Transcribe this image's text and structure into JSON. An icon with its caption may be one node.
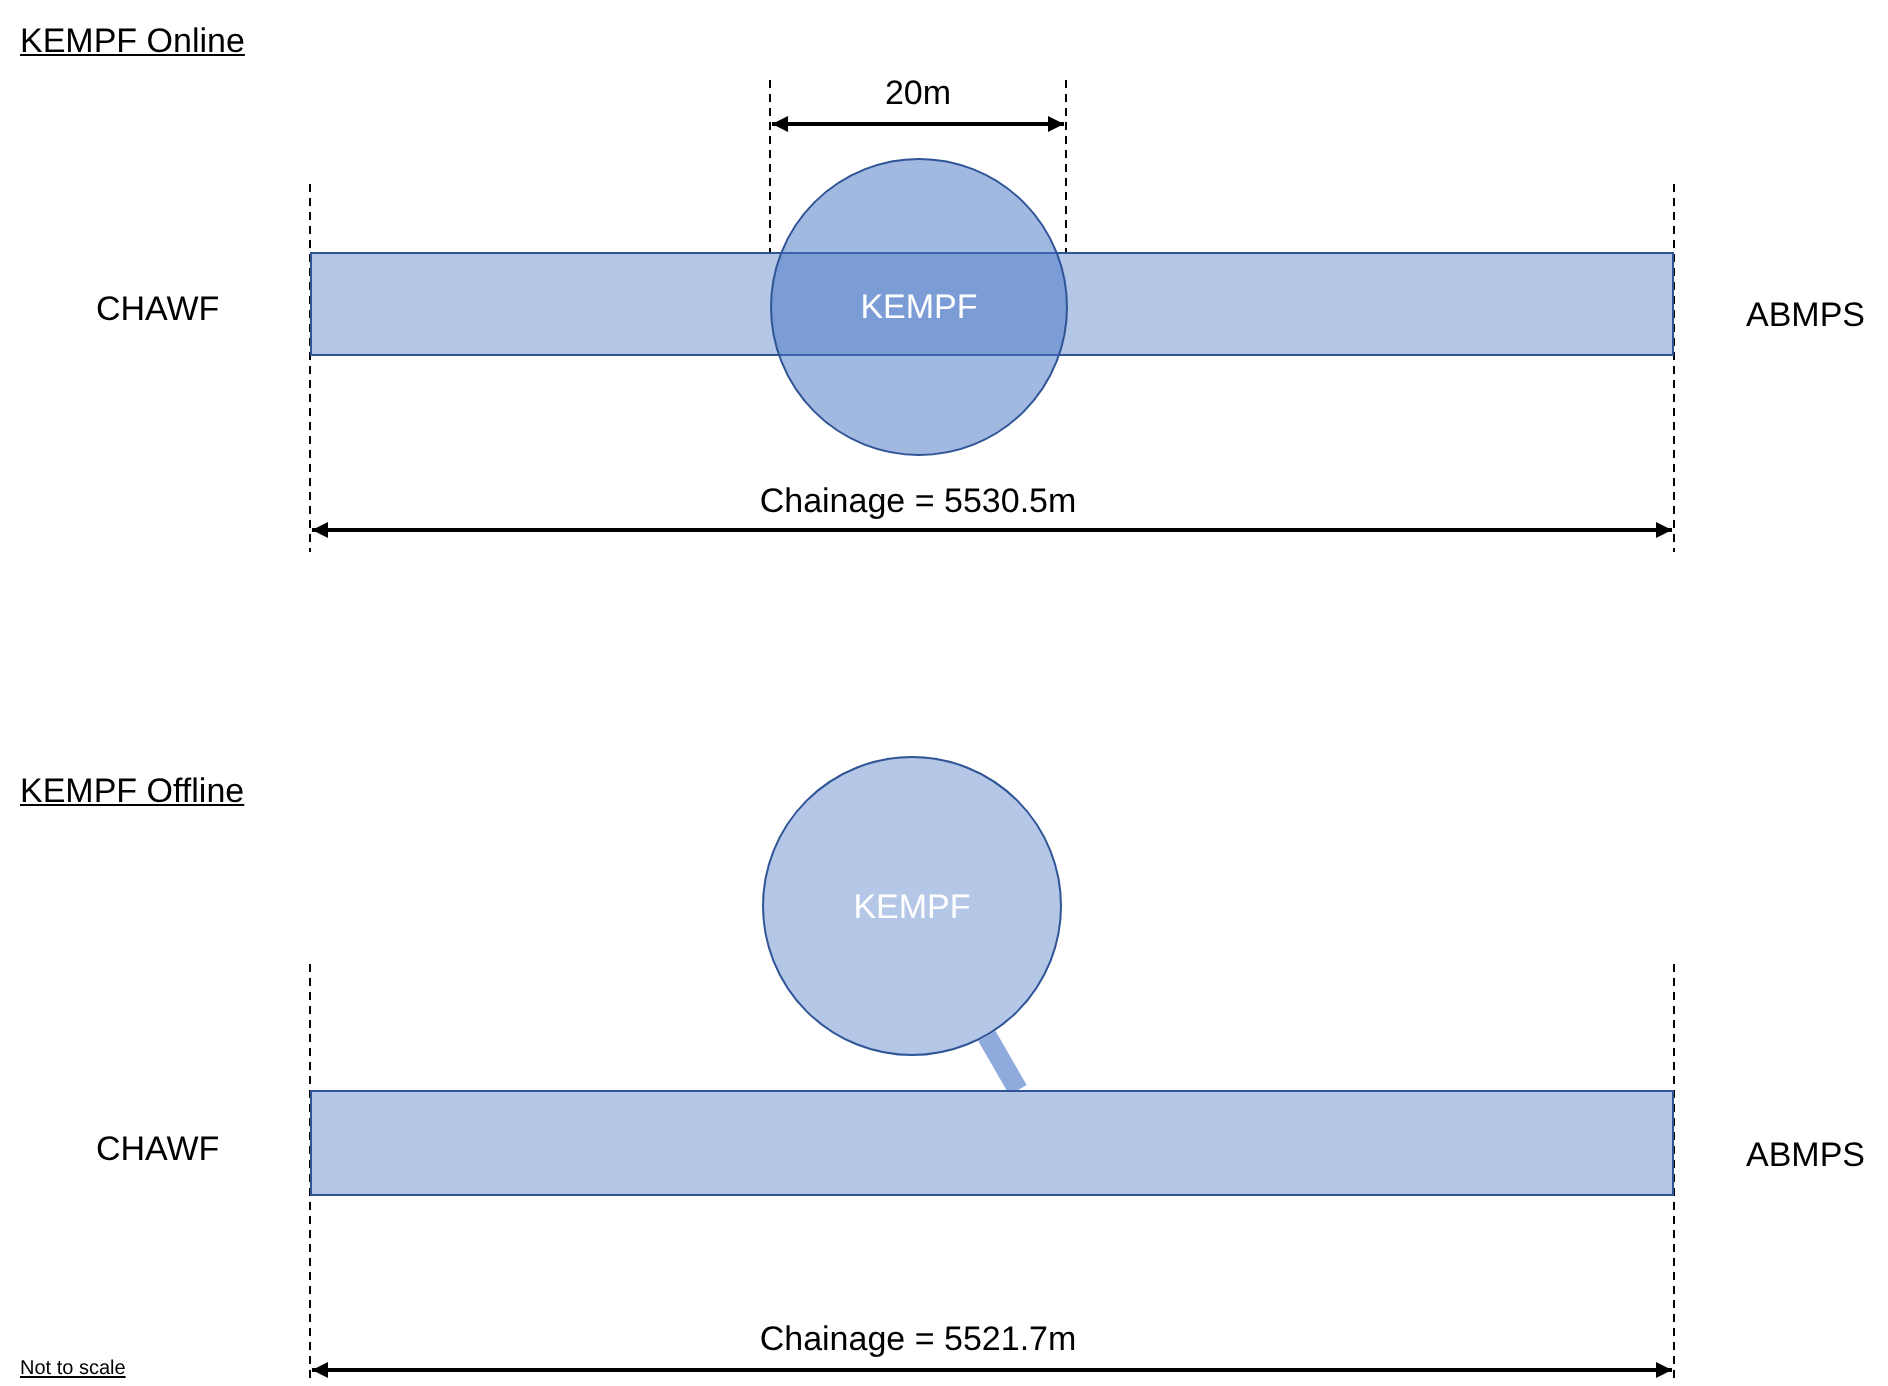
{
  "diagram": {
    "nodes": [
      {
        "text": [
          "KEMPF"
        ]
      },
      {
        "text": [],
        "shape": "bar"
      },
      {
        "text": [
          "KEMPF"
        ]
      },
      {
        "text": [],
        "shape": "bar"
      }
    ],
    "edges": [
      {
        "from": 2,
        "to": 3,
        "arrow": "none"
      }
    ],
    "labels": [
      "KEMPF Online",
      "20m",
      "CHAWF",
      "ABMPS",
      "Chainage = 5530.5m",
      "KEMPF Offline",
      "CHAWF",
      "ABMPS",
      "Not to scale",
      "Chainage = 5521.7m"
    ]
  }
}
